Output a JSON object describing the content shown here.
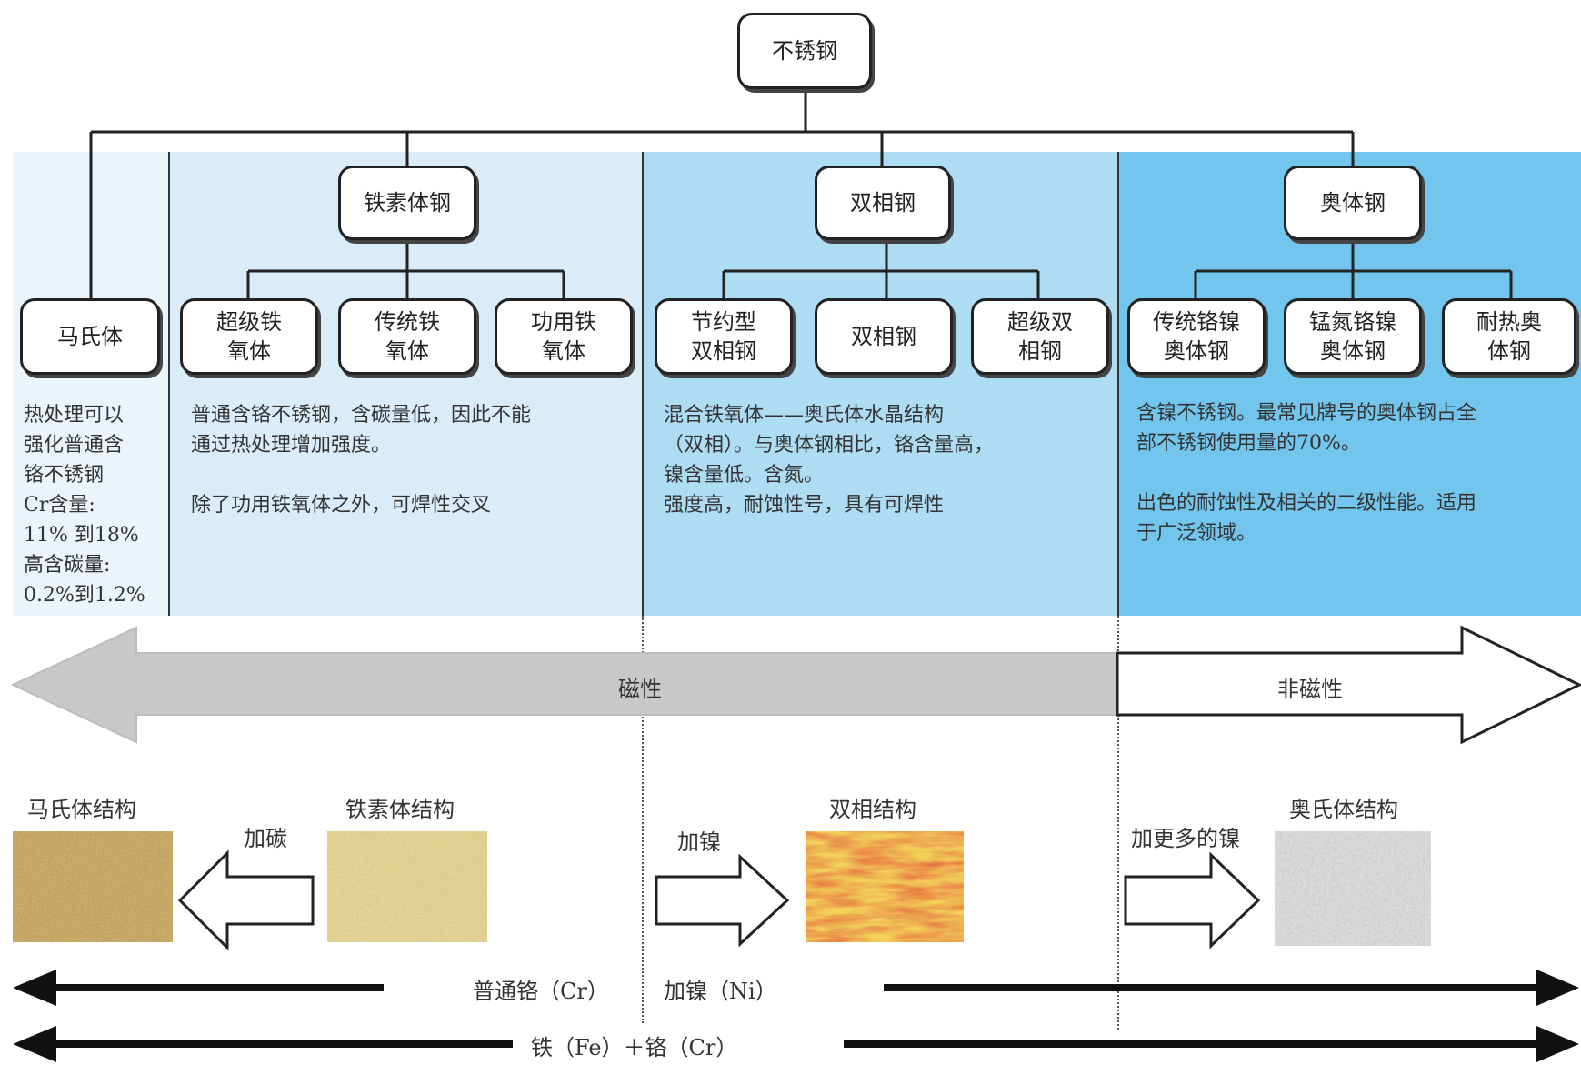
{
  "root": "不锈钢",
  "groups": [
    {
      "label": "铁素体钢"
    },
    {
      "label": "双相钢"
    },
    {
      "label": "奥体钢"
    }
  ],
  "subtypes": [
    {
      "label": "马氏体"
    },
    {
      "label": "超级铁\n氧体"
    },
    {
      "label": "传统铁\n氧体"
    },
    {
      "label": "功用铁\n氧体"
    },
    {
      "label": "节约型\n双相钢"
    },
    {
      "label": "双相钢"
    },
    {
      "label": "超级双\n相钢"
    },
    {
      "label": "传统铬镍\n奥体钢"
    },
    {
      "label": "锰氮铬镍\n奥体钢"
    },
    {
      "label": "耐热奥\n体钢"
    }
  ],
  "descriptions": {
    "martensite": "热处理可以\n强化普通含\n铬不锈钢\nCr含量:\n11% 到18%\n高含碳量:\n0.2%到1.2%",
    "ferritic": "普通含铬不锈钢，含碳量低，因此不能\n通过热处理增加强度。\n\n除了功用铁氧体之外，可焊性交叉",
    "duplex": "混合铁氧体——奥氏体水晶结构\n（双相）。与奥体钢相比，铬含量高，\n镍含量低。含氮。\n强度高，耐蚀性号，具有可焊性",
    "austenitic": "含镍不锈钢。最常见牌号的奥体钢占全\n部不锈钢使用量的70%。\n\n出色的耐蚀性及相关的二级性能。适用\n于广泛领域。"
  },
  "magnetism": {
    "magnetic": "磁性",
    "non_magnetic": "非磁性"
  },
  "structures": {
    "martensite": "马氏体结构",
    "ferrite": "铁素体结构",
    "duplex": "双相结构",
    "austenite": "奥氏体结构"
  },
  "transitions": {
    "add_carbon": "加碳",
    "add_nickel": "加镍",
    "add_more_nickel": "加更多的镍"
  },
  "composition": {
    "chromium": "普通铬（Cr）",
    "nickel": "加镍（Ni）",
    "iron_chromium": "铁（Fe）＋铬（Cr）"
  },
  "colors": {
    "panel_martensite": "#ecf4fb",
    "panel_ferritic": "#d9ecf8",
    "panel_duplex": "#aedcf3",
    "panel_austenitic": "#72c6ed",
    "magnetic_arrow": "#c8c8c8"
  }
}
